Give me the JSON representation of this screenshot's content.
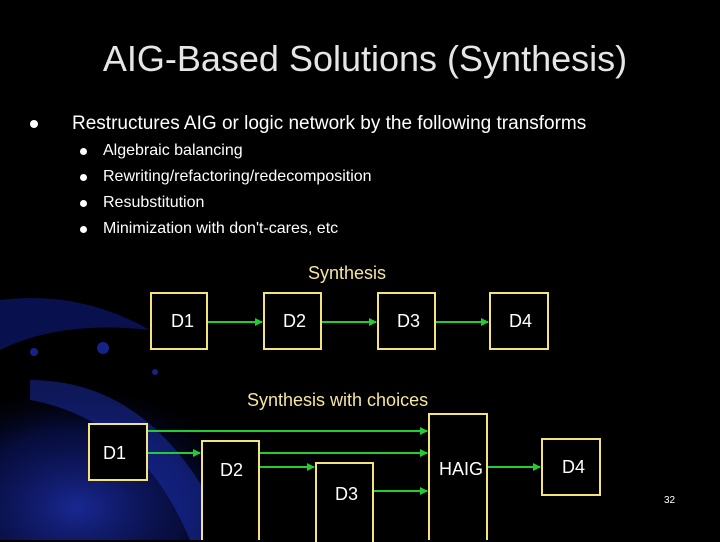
{
  "slide": {
    "title": "AIG-Based Solutions (Synthesis)",
    "bullet": "Restructures AIG or logic network by the following transforms",
    "sub_bullets": [
      "Algebraic balancing",
      "Rewriting/refactoring/redecomposition",
      "Resubstitution",
      "Minimization with don't-cares, etc"
    ],
    "page_number": "32"
  },
  "diagram1": {
    "caption": "Synthesis",
    "nodes": [
      "D1",
      "D2",
      "D3",
      "D4"
    ]
  },
  "diagram2": {
    "caption": "Synthesis with choices",
    "nodes": [
      "D1",
      "D2",
      "D3",
      "HAIG",
      "D4"
    ]
  },
  "colors": {
    "box_border": "#f4e27a",
    "arrow": "#22cc33",
    "caption_text": "#f4e79a"
  }
}
